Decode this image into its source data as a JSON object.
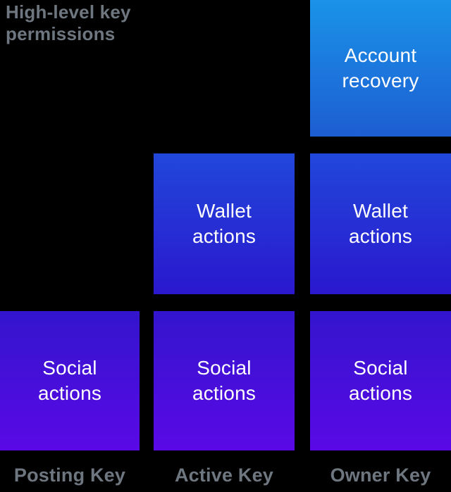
{
  "title": "High-level key permissions",
  "boxes": [
    {
      "id": "account-recovery",
      "label": "Account recovery",
      "row": "recovery",
      "column": "owner"
    },
    {
      "id": "wallet-actions-active",
      "label": "Wallet actions",
      "row": "wallet",
      "column": "active"
    },
    {
      "id": "wallet-actions-owner",
      "label": "Wallet actions",
      "row": "wallet",
      "column": "owner"
    },
    {
      "id": "social-actions-posting",
      "label": "Social actions",
      "row": "social",
      "column": "posting"
    },
    {
      "id": "social-actions-active",
      "label": "Social actions",
      "row": "social",
      "column": "active"
    },
    {
      "id": "social-actions-owner",
      "label": "Social actions",
      "row": "social",
      "column": "owner"
    }
  ],
  "key_labels": [
    {
      "id": "posting-key",
      "label": "Posting Key"
    },
    {
      "id": "active-key",
      "label": "Active Key"
    },
    {
      "id": "owner-key",
      "label": "Owner Key"
    }
  ],
  "colors": {
    "background": "#000000",
    "heading_text": "#6e7680",
    "box_text": "#ffffff",
    "recovery_gradient_top": "#1a93e8",
    "recovery_gradient_bottom": "#1d5dd2",
    "wallet_gradient_top": "#2147da",
    "wallet_gradient_bottom": "#2a18ce",
    "social_gradient_top": "#3315cd",
    "social_gradient_bottom": "#5a09e6"
  }
}
